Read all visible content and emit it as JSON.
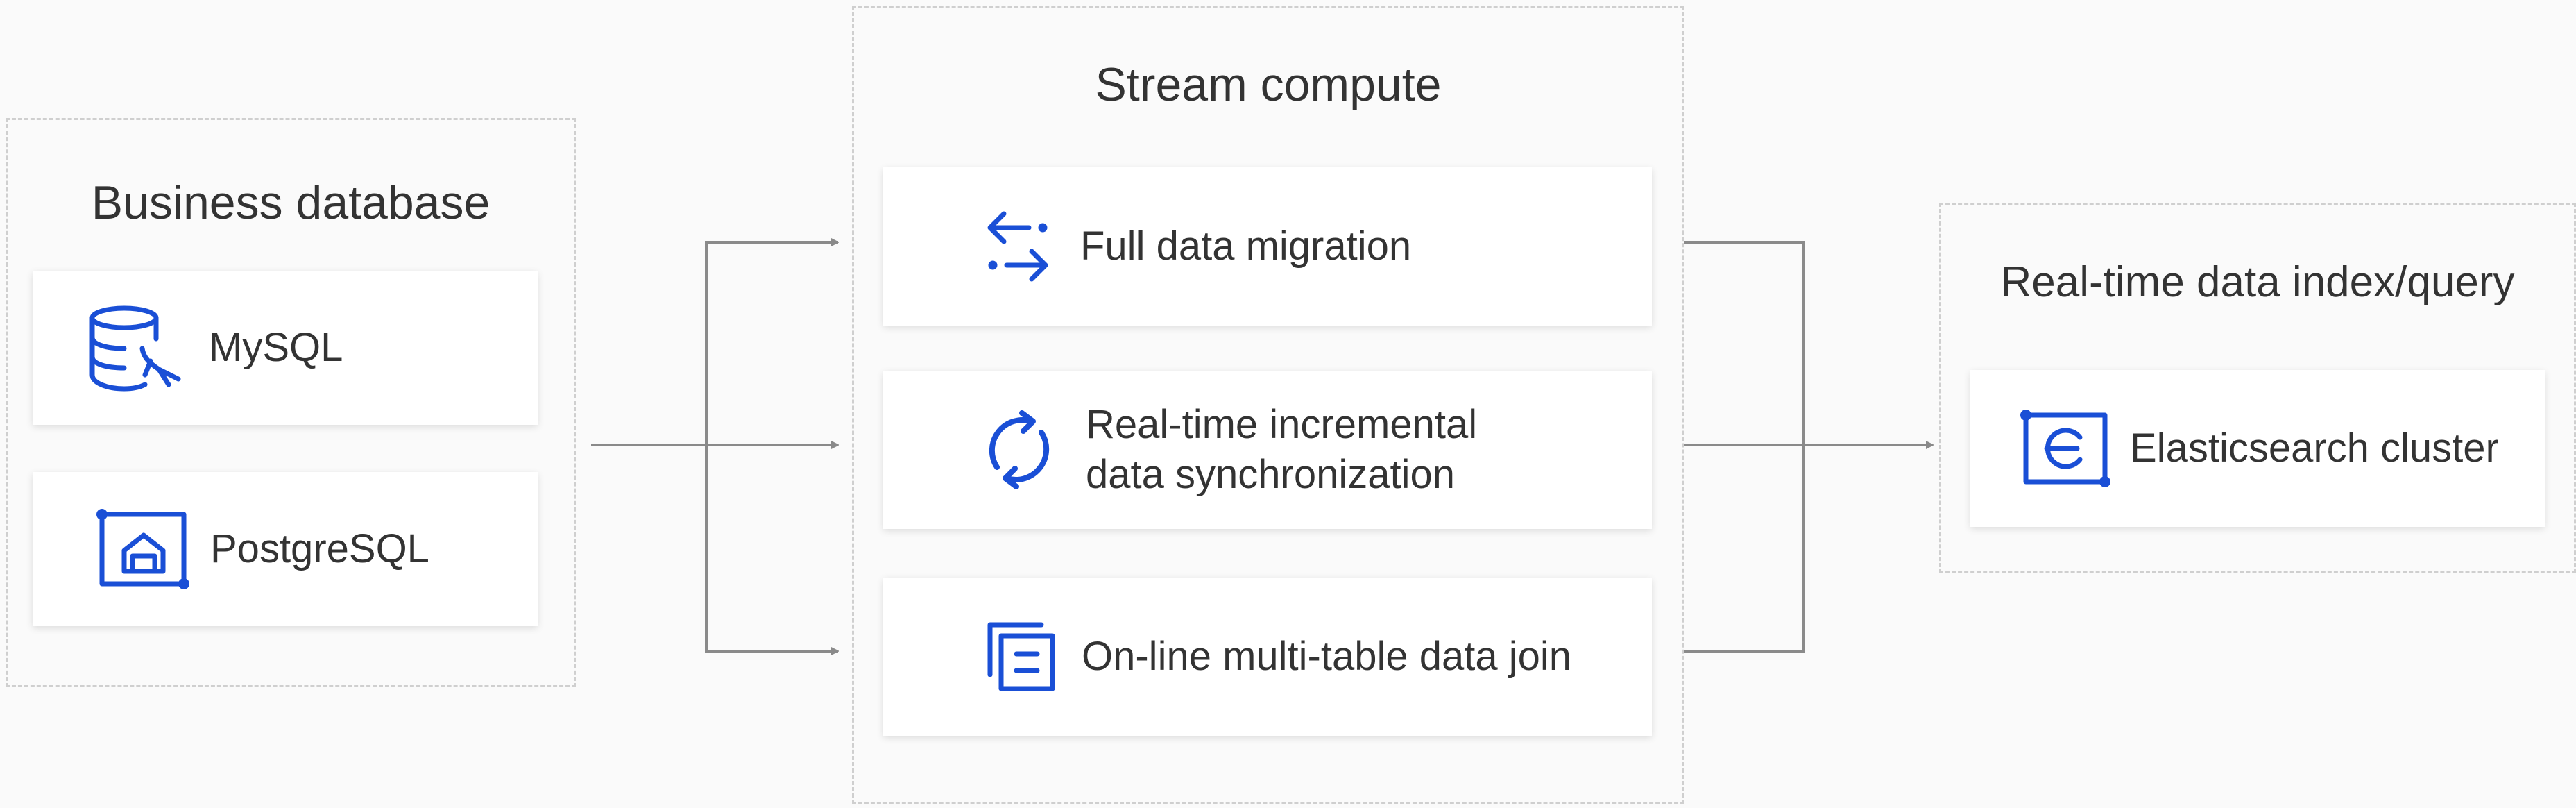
{
  "accent_color": "#1a4fd6",
  "connector_color": "#8a8a8a",
  "groups": {
    "source": {
      "title": "Business database",
      "items": [
        {
          "label": "MySQL",
          "icon": "mysql-database-icon"
        },
        {
          "label": "PostgreSQL",
          "icon": "postgresql-icon"
        }
      ]
    },
    "compute": {
      "title": "Stream compute",
      "items": [
        {
          "label": "Full data migration",
          "icon": "migration-arrows-icon"
        },
        {
          "label_line1": "Real-time incremental",
          "label_line2": "data synchronization",
          "icon": "sync-icon"
        },
        {
          "label": "On-line multi-table data join",
          "icon": "multi-table-join-icon"
        }
      ]
    },
    "target": {
      "title": "Real-time data index/query",
      "items": [
        {
          "label": "Elasticsearch cluster",
          "icon": "elasticsearch-icon"
        }
      ]
    }
  }
}
